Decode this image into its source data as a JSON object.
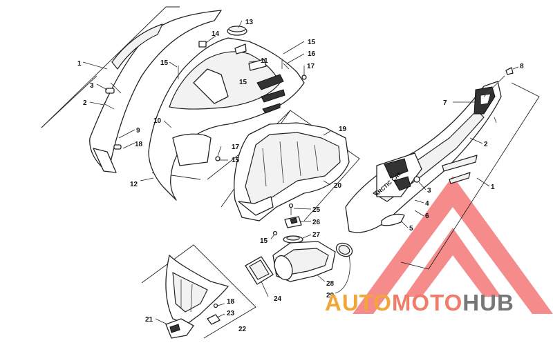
{
  "diagram": {
    "callouts": {
      "c1a": "1",
      "c2a": "2",
      "c3a": "3",
      "c9": "9",
      "c18a": "18",
      "c10": "10",
      "c12": "12",
      "c14": "14",
      "c13": "13",
      "c15a": "15",
      "c15b": "15",
      "c15c": "15",
      "c16": "16",
      "c11": "11",
      "c17a": "17",
      "c17b": "17",
      "c15d": "15",
      "c19": "19",
      "c20": "20",
      "c25": "25",
      "c26": "26",
      "c27": "27",
      "c15e": "15",
      "c7": "7",
      "c8": "8",
      "c2b": "2",
      "c1b": "1",
      "c3b": "3",
      "c4": "4",
      "c6": "6",
      "c5": "5",
      "c24": "24",
      "c28": "28",
      "c29": "29",
      "c18b": "18",
      "c23": "23",
      "c21": "21",
      "c22": "22"
    },
    "decal_text": "ARCTIC CAT"
  },
  "watermark": {
    "part1": "AUTO",
    "part2": "MOTO",
    "part3": "HUB",
    "colors": {
      "triangle": "#ef4a4a",
      "auto": "#f2a63a",
      "moto": "#ef7d6a",
      "hub": "#777777"
    }
  }
}
